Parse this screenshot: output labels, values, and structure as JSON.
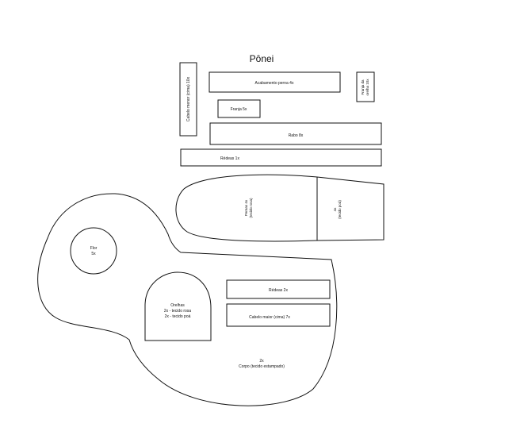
{
  "title": "Pônei",
  "pieces": {
    "cabelo_menor": "Cabelo menor (cima) 10x",
    "acabamento_perna": "Acabamento perna 4x",
    "franja_orelha_l1": "Franja da",
    "franja_orelha_l2": "orelha 10x",
    "franja": "Franja 5x",
    "rabo": "Rabo 8x",
    "redeas_1": "Rédeas 1x",
    "pernas_left_l1": "Pernas 4x",
    "pernas_left_l2": "(tecido rosa)",
    "pernas_right_l1": "4x",
    "pernas_right_l2": "(tecido poá)",
    "flor_l1": "Flor",
    "flor_l2": "5x",
    "orelhas_l1": "Orelhas",
    "orelhas_l2": "2x - tecido rosa",
    "orelhas_l3": "2x - tecido poá",
    "redeas_2": "Rédeas 2x",
    "cabelo_maior": "Cabelo maior (cima) 7x",
    "corpo_l1": "2x",
    "corpo_l2": "Corpo (tecido estampado)"
  }
}
